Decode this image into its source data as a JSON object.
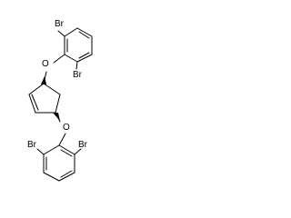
{
  "molecule": {
    "atoms": {
      "br_top_left": "Br",
      "br_top_right": "Br",
      "o_top": "O",
      "o_bottom": "O",
      "br_bottom_left": "Br",
      "br_bottom_right": "Br"
    }
  }
}
